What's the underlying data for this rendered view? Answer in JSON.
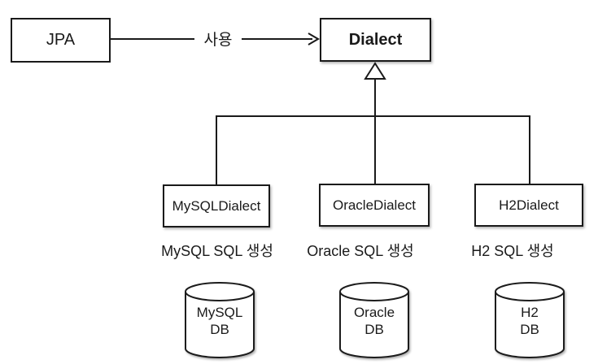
{
  "diagram": {
    "title_hint": "JPA Dialect inheritance diagram",
    "jpa": {
      "label": "JPA"
    },
    "dialect": {
      "label": "Dialect"
    },
    "uses_edge": {
      "label": "사용"
    },
    "subclasses": [
      {
        "label": "MySQLDialect",
        "caption": "MySQL SQL 생성",
        "db_line1": "MySQL",
        "db_line2": "DB"
      },
      {
        "label": "OracleDialect",
        "caption": "Oracle SQL 생성",
        "db_line1": "Oracle",
        "db_line2": "DB"
      },
      {
        "label": "H2Dialect",
        "caption": "H2 SQL 생성",
        "db_line1": "H2",
        "db_line2": "DB"
      }
    ],
    "colors": {
      "stroke": "#1a1a1a",
      "node_fill": "#ffffff",
      "text": "#1a1a1a",
      "background": "#ffffff"
    }
  }
}
